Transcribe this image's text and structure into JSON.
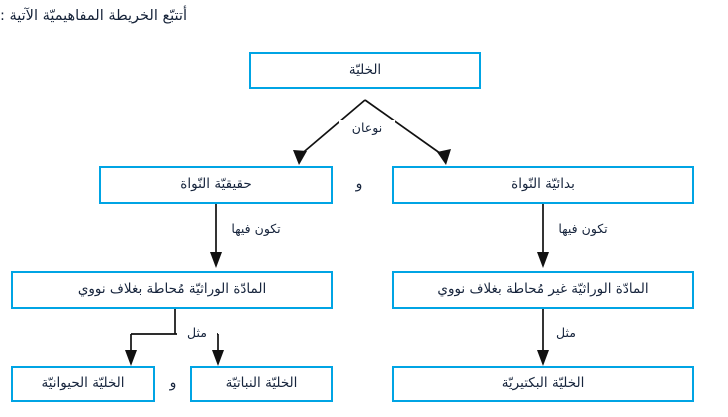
{
  "page": {
    "direction": "rtl",
    "language": "ar",
    "background": "#ffffff",
    "box_border_color": "#00a4e4",
    "arrow_color": "#111111",
    "text_color": "#16243c"
  },
  "prompt": {
    "text": "أتتبّع الخريطة المفاهيميّة الآتية :"
  },
  "diagram": {
    "title_node": {
      "label": "الخليّة"
    },
    "level2": {
      "branch_label": "نوعان",
      "joiner": "و",
      "left_node": {
        "label": "حقيقيّة النّواة"
      },
      "right_node": {
        "label": "بدائيّة النّواة"
      }
    },
    "level3": {
      "left_edge_label": "تكون فيها",
      "right_edge_label": "تكون فيها",
      "left_node": {
        "label": "المادّة الوراثيّة مُحاطة بغلاف نووي"
      },
      "right_node": {
        "label": "المادّة الوراثيّة غير مُحاطة بغلاف نووي"
      }
    },
    "level4": {
      "left_edge_label": "مثل",
      "right_edge_label": "مثل",
      "joiner": "و",
      "left_node_a": {
        "label": "الخليّة الحيوانيّة"
      },
      "left_node_b": {
        "label": "الخليّة النباتيّة"
      },
      "right_node": {
        "label": "الخليّة البكتيريّة"
      }
    }
  }
}
